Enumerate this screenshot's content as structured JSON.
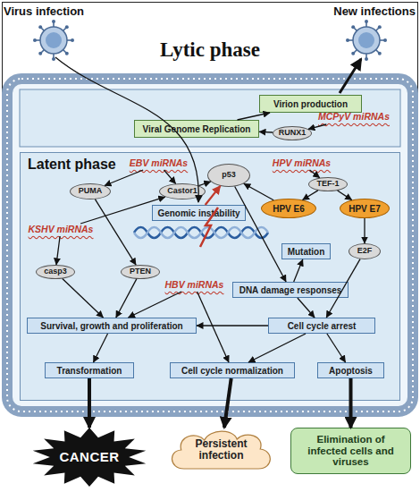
{
  "diagram": {
    "nodes": [
      {
        "text": [
          "Lytic phase"
        ]
      },
      {
        "text": [
          "Virion production"
        ]
      },
      {
        "text": [
          "Viral Genome Replication"
        ]
      },
      {
        "text": [
          "RUNX1"
        ]
      },
      {
        "text": [
          "MCPyV miRNAs"
        ]
      },
      {
        "text": [
          "Latent phase"
        ]
      },
      {
        "text": [
          "EBV miRNAs"
        ],
        "in": 5
      },
      {
        "text": [
          "HPV miRNAs"
        ],
        "in": 5
      },
      {
        "text": [
          "p53"
        ],
        "in": 5
      },
      {
        "text": [
          "TEF-1"
        ],
        "in": 5
      },
      {
        "text": [
          "PUMA"
        ],
        "in": 5
      },
      {
        "text": [
          "Castor1"
        ],
        "in": 5
      },
      {
        "text": [
          "HPV E6"
        ],
        "in": 5
      },
      {
        "text": [
          "HPV E7"
        ],
        "in": 5
      },
      {
        "text": [
          "Genomic instability"
        ],
        "in": 5
      },
      {
        "text": [
          "KSHV miRNAs"
        ],
        "in": 5
      },
      {
        "text": [
          "Mutation"
        ],
        "in": 5
      },
      {
        "text": [
          "E2F"
        ],
        "in": 5
      },
      {
        "text": [
          "casp3"
        ],
        "in": 5
      },
      {
        "text": [
          "PTEN"
        ],
        "in": 5
      },
      {
        "text": [
          "HBV miRNAs"
        ],
        "in": 5
      },
      {
        "text": [
          "DNA damage responses"
        ],
        "in": 5
      },
      {
        "text": [
          "Survival, growth and proliferation"
        ],
        "in": 5
      },
      {
        "text": [
          "Cell cycle arrest"
        ],
        "in": 5
      },
      {
        "text": [
          "Transformation"
        ],
        "in": 5
      },
      {
        "text": [
          "Cell cycle normalization"
        ],
        "in": 5
      },
      {
        "text": [
          "Apoptosis"
        ],
        "in": 5
      },
      {
        "text": [
          "CANCER"
        ]
      },
      {
        "text": [
          "Persistent infection"
        ]
      },
      {
        "text": [
          "Elimination of infected cells and viruses"
        ]
      }
    ],
    "edges": [
      {
        "from": 2,
        "to": 1,
        "arrow": "to"
      },
      {
        "from": 3,
        "to": 2,
        "arrow": "to"
      },
      {
        "from": 4,
        "to": 3,
        "arrow": "to"
      },
      {
        "from": 6,
        "to": 10,
        "arrow": "to"
      },
      {
        "from": 6,
        "to": 11,
        "arrow": "to"
      },
      {
        "from": 11,
        "to": 8,
        "arrow": "to"
      },
      {
        "from": 14,
        "to": 8,
        "arrow": "to"
      },
      {
        "from": 12,
        "to": 8,
        "arrow": "to"
      },
      {
        "from": 7,
        "to": 9,
        "arrow": "to"
      },
      {
        "from": 9,
        "to": 12,
        "arrow": "to"
      },
      {
        "from": 9,
        "to": 13,
        "arrow": "to"
      },
      {
        "from": 13,
        "to": 17,
        "arrow": "to"
      },
      {
        "from": 17,
        "to": 23,
        "arrow": "to"
      },
      {
        "from": 8,
        "to": 21,
        "arrow": "to"
      },
      {
        "from": 21,
        "to": 16,
        "arrow": "to"
      },
      {
        "from": 21,
        "to": 23,
        "arrow": "to"
      },
      {
        "from": 15,
        "to": 11,
        "arrow": "to"
      },
      {
        "from": 15,
        "to": 18,
        "arrow": "to"
      },
      {
        "from": 18,
        "to": 22,
        "arrow": "to"
      },
      {
        "from": 10,
        "to": 19,
        "arrow": "to"
      },
      {
        "from": 19,
        "to": 22,
        "arrow": "to"
      },
      {
        "from": 20,
        "to": 22,
        "arrow": "to"
      },
      {
        "from": 20,
        "to": 25,
        "arrow": "to"
      },
      {
        "from": 23,
        "to": 22,
        "arrow": "to"
      },
      {
        "from": 22,
        "to": 24,
        "arrow": "to"
      },
      {
        "from": 23,
        "to": 25,
        "arrow": "to"
      },
      {
        "from": 23,
        "to": 26,
        "arrow": "to"
      },
      {
        "from": 24,
        "to": 27,
        "arrow": "to"
      },
      {
        "from": 25,
        "to": 28,
        "arrow": "to"
      },
      {
        "from": 26,
        "to": 29,
        "arrow": "to"
      }
    ],
    "labels": [
      "Virus infection",
      "New infections"
    ]
  }
}
